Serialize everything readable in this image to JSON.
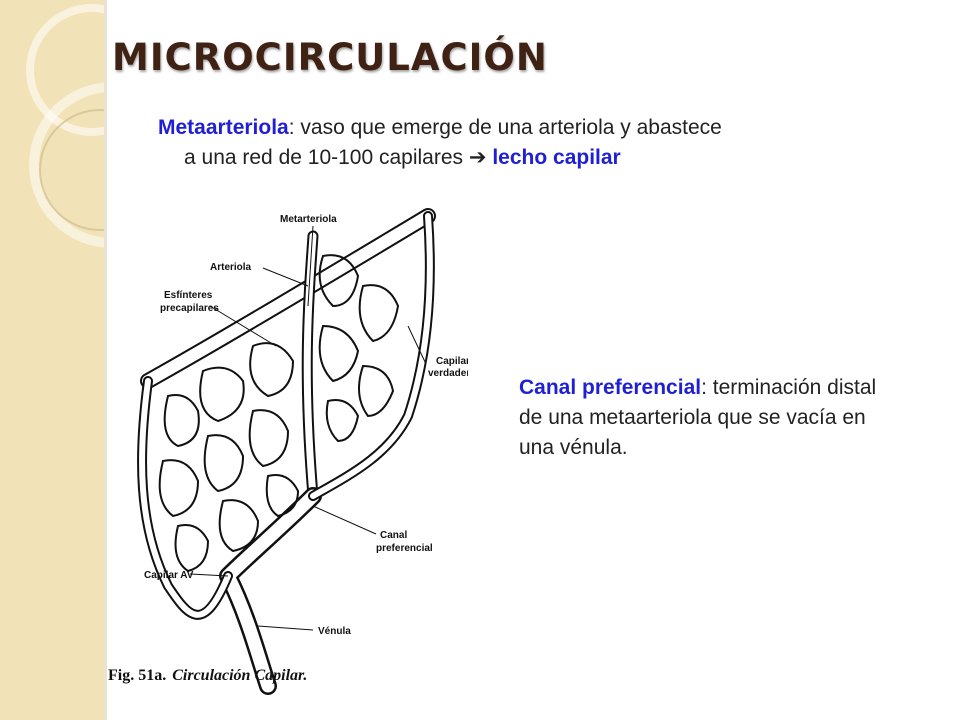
{
  "slide": {
    "title": "MICROCIRCULACIÓN",
    "metaarteriola": {
      "term": "Metaarteriola",
      "text": ": vaso que emerge de una arteriola y abastece",
      "line2": "a una red de 10-100 capilares ",
      "arrow": "➔",
      "highlight": "lecho capilar"
    },
    "canal": {
      "term": "Canal preferencial",
      "text": ": terminación distal  de una metaarteriola que se vacía en  una vénula."
    }
  },
  "figure": {
    "labels": {
      "metarteriola": "Metarteriola",
      "arteriola": "Arteriola",
      "esfinteres_1": "Esfínteres",
      "esfinteres_2": "precapilares",
      "capilares_1": "Capilares",
      "capilares_2": "verdaderos",
      "canal_1": "Canal",
      "canal_2": "preferencial",
      "capilar_av": "Capilar  AV",
      "venula": "Vénula"
    },
    "caption_prefix": "Fig. 51a.",
    "caption_title": "Circulación Capilar."
  },
  "theme": {
    "sidebar_color": "#f1e3b7",
    "title_color": "#3f2214",
    "term_color": "#1f1fd6"
  }
}
